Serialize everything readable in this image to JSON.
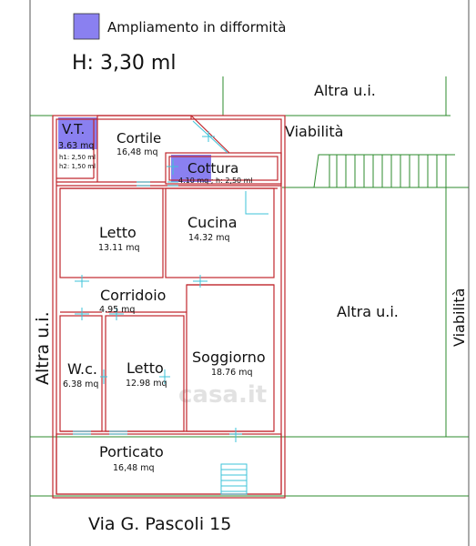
{
  "legend": {
    "label": "Ampliamento in difformità",
    "swatch_color": "#8a80f0"
  },
  "height_label": "H: 3,30 ml",
  "surroundings": {
    "altra_top": "Altra u.i.",
    "viabilita_top": "Viabilità",
    "altra_right": "Altra u.i.",
    "viabilita_right": "Viabilità",
    "altra_left": "Altra u.i."
  },
  "rooms": {
    "vt": {
      "name": "V.T.",
      "area": "3.63 mq",
      "h1": "h1: 2,50 ml",
      "h2": "h2: 1,50 ml"
    },
    "cortile": {
      "name": "Cortile",
      "area": "16,48 mq"
    },
    "cottura": {
      "name": "Cottura",
      "area": "4.10 mq ; h: 2,50 ml"
    },
    "letto1": {
      "name": "Letto",
      "area": "13.11 mq"
    },
    "cucina": {
      "name": "Cucina",
      "area": "14.32 mq"
    },
    "corridoio": {
      "name": "Corridoio",
      "area": "4.95 mq"
    },
    "wc": {
      "name": "W.c.",
      "area": "6.38 mq"
    },
    "letto2": {
      "name": "Letto",
      "area": "12.98 mq"
    },
    "soggiorno": {
      "name": "Soggiorno",
      "area": "18.76 mq"
    },
    "porticato": {
      "name": "Porticato",
      "area": "16,48 mq"
    }
  },
  "address": "Via G. Pascoli 15",
  "watermark": "casa.it",
  "colors": {
    "wall": "#c0272d",
    "site_line": "#2e8b2e",
    "fixture": "#3ec3d8",
    "extension": "#8a80f0"
  }
}
